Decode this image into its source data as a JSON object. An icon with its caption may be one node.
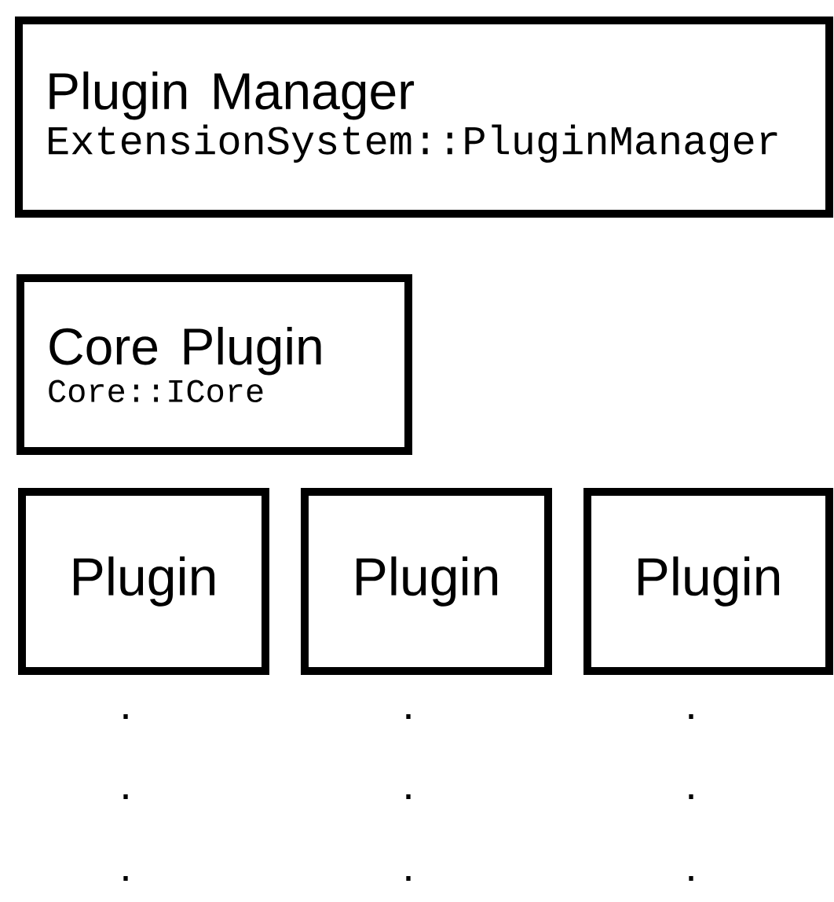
{
  "diagram": {
    "nodes": [
      {
        "text": [
          "Plugin Manager",
          "ExtensionSystem::PluginManager"
        ]
      },
      {
        "text": [
          "Core Plugin",
          "Core::ICore"
        ]
      },
      {
        "text": [
          "Plugin"
        ]
      },
      {
        "text": [
          "Plugin"
        ]
      },
      {
        "text": [
          "Plugin"
        ]
      }
    ],
    "labels": [
      ".",
      ".",
      ".",
      ".",
      ".",
      ".",
      ".",
      ".",
      "."
    ]
  }
}
